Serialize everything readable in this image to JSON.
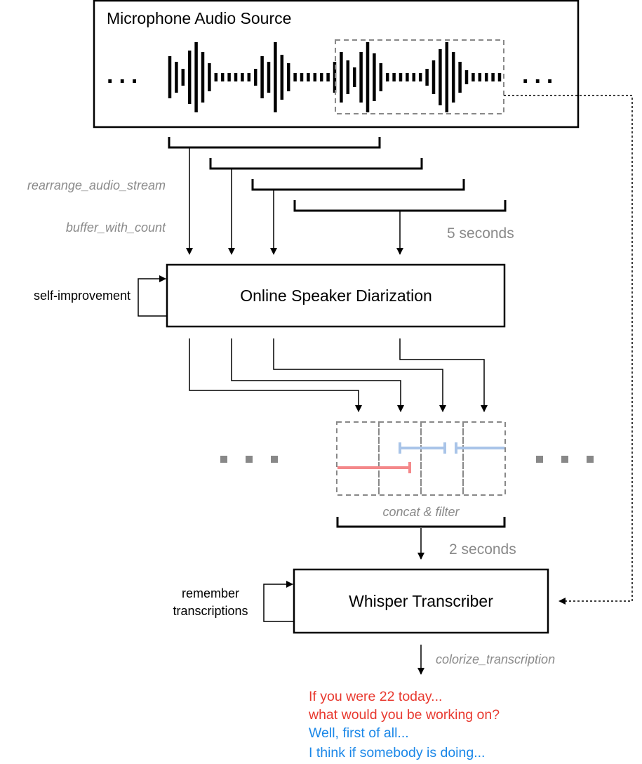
{
  "source": {
    "title": "Microphone Audio Source",
    "ellipsis": "..."
  },
  "labels": {
    "rearrange": "rearrange_audio_stream",
    "buffer": "buffer_with_count",
    "five_seconds": "5 seconds",
    "self_improvement": "self-improvement",
    "concat_filter": "concat & filter",
    "two_seconds": "2 seconds",
    "remember_1": "remember",
    "remember_2": "transcriptions",
    "colorize": "colorize_transcription"
  },
  "diarization": {
    "title": "Online Speaker Diarization"
  },
  "transcriber": {
    "title": "Whisper Transcriber"
  },
  "transcript": [
    {
      "text": "If you were 22 today...",
      "color": "#e8392f"
    },
    {
      "text": "what would you be working on?",
      "color": "#e8392f"
    },
    {
      "text": "Well, first of all...",
      "color": "#1a87e8"
    },
    {
      "text": "I think if somebody is doing...",
      "color": "#1a87e8"
    }
  ],
  "colors": {
    "speaker_a": "#f4888a",
    "speaker_b": "#a9c4e8",
    "grey": "#8a8a8a"
  }
}
